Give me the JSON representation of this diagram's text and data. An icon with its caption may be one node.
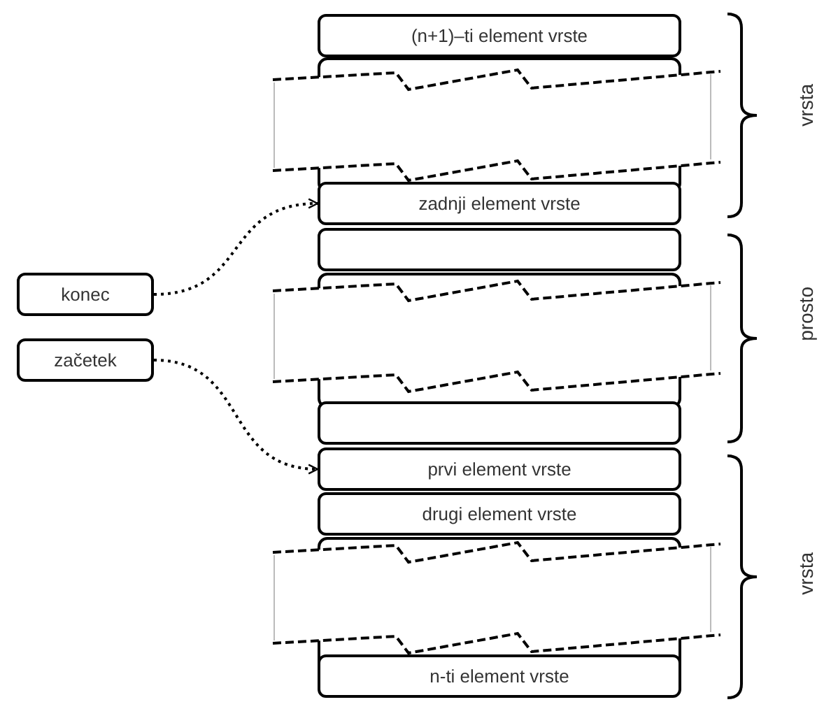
{
  "diagram": {
    "nodes": [
      {
        "text": [
          "(n+1)–ti element vrste"
        ]
      },
      {
        "text": [
          "zadnji element vrste"
        ]
      },
      {
        "text": [],
        "shape": "box"
      },
      {
        "text": [
          "konec"
        ]
      },
      {
        "text": [
          "začetek"
        ]
      },
      {
        "text": [],
        "shape": "box"
      },
      {
        "text": [
          "prvi element vrste"
        ]
      },
      {
        "text": [
          "drugi element vrste"
        ]
      },
      {
        "text": [
          "n-ti element vrste"
        ]
      }
    ],
    "edges": [
      {
        "from": 3,
        "to": 1,
        "arrow": "to",
        "style": "dashed"
      },
      {
        "from": 4,
        "to": 6,
        "arrow": "to",
        "style": "dashed"
      }
    ],
    "labels": [
      "vrsta",
      "prosto",
      "vrsta"
    ]
  }
}
